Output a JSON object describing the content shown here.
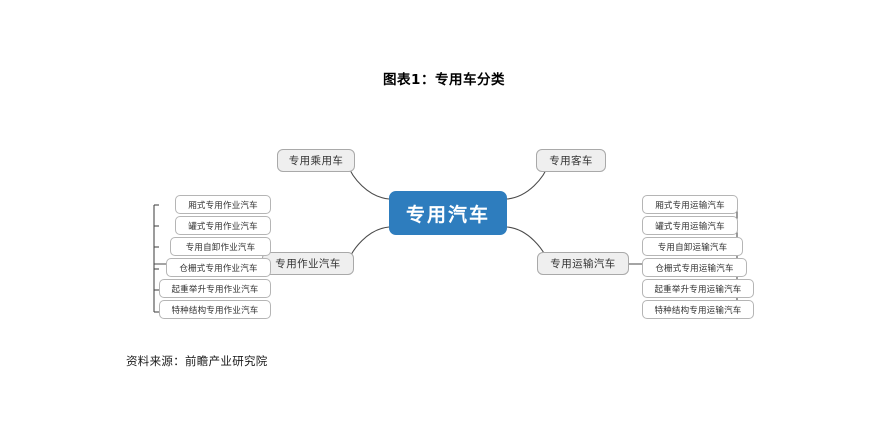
{
  "title": "图表1：专用车分类",
  "source": "资料来源：前瞻产业研究院",
  "colors": {
    "root_fill": "#2E7DBE",
    "root_text": "#FFFFFF",
    "branch_fill": "#EFEFEF",
    "branch_border": "#A9A9A9",
    "leaf_fill": "#FFFFFF",
    "leaf_border": "#B5B5B5",
    "connector": "#4A4A4A",
    "page_bg": "#FFFFFF"
  },
  "diagram": {
    "type": "mind-map",
    "root": "专用汽车",
    "branches": [
      {
        "id": "passenger",
        "label": "专用乘用车",
        "side": "left",
        "position": "top",
        "children": []
      },
      {
        "id": "bus",
        "label": "专用客车",
        "side": "right",
        "position": "top",
        "children": []
      },
      {
        "id": "work",
        "label": "专用作业汽车",
        "side": "left",
        "position": "bottom",
        "children": [
          "厢式专用作业汽车",
          "罐式专用作业汽车",
          "专用自卸作业汽车",
          "仓栅式专用作业汽车",
          "起重举升专用作业汽车",
          "特种结构专用作业汽车"
        ]
      },
      {
        "id": "transport",
        "label": "专用运输汽车",
        "side": "right",
        "position": "bottom",
        "children": [
          "厢式专用运输汽车",
          "罐式专用运输汽车",
          "专用自卸运输汽车",
          "仓栅式专用运输汽车",
          "起重举升专用运输汽车",
          "特种结构专用运输汽车"
        ]
      }
    ]
  }
}
